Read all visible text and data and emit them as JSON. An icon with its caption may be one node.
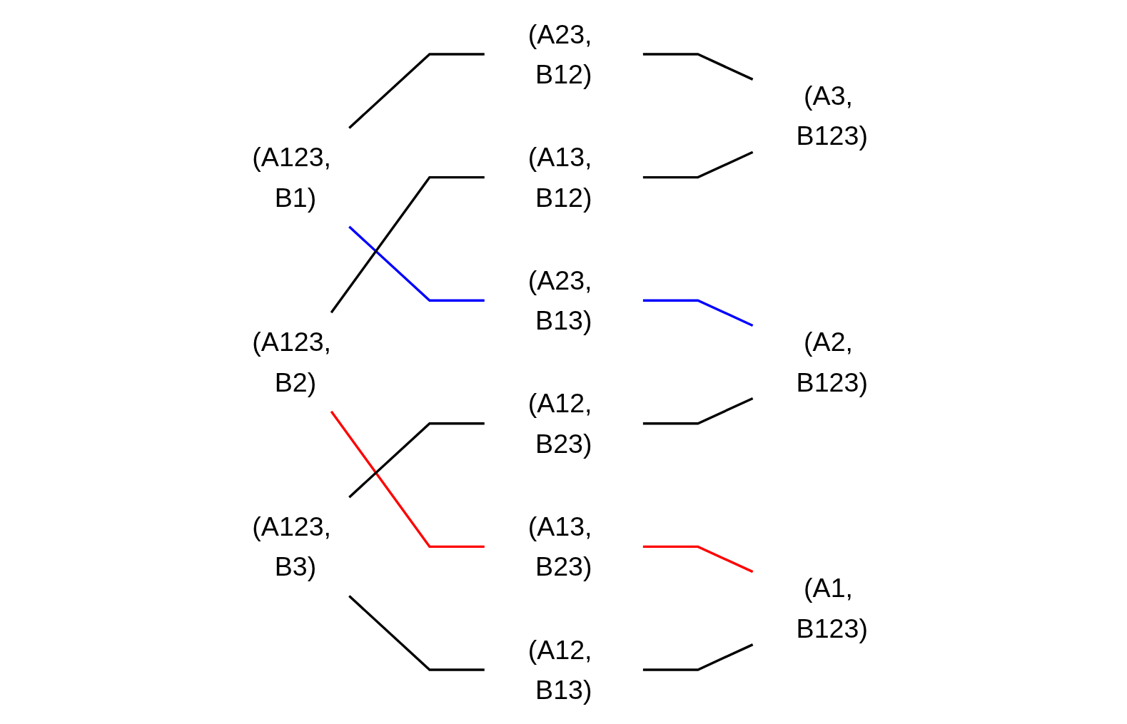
{
  "diagram": {
    "nodes": [
      {
        "text": [
          "(A123, B1)"
        ]
      },
      {
        "text": [
          "(A123, B2)"
        ]
      },
      {
        "text": [
          "(A123, B3)"
        ]
      },
      {
        "text": [
          "(A23, B12)"
        ]
      },
      {
        "text": [
          "(A23, B13)"
        ]
      },
      {
        "text": [
          "(A13, B12)"
        ]
      },
      {
        "text": [
          "(A13, B23)"
        ]
      },
      {
        "text": [
          "(A12, B13)"
        ]
      },
      {
        "text": [
          "(A12, B23)"
        ]
      },
      {
        "text": [
          "(A3, B123)"
        ]
      },
      {
        "text": [
          "(A2, B123)"
        ]
      },
      {
        "text": [
          "(A1, B123)"
        ]
      }
    ],
    "edges": [
      {
        "from": 0,
        "to": 3,
        "arrow": "none"
      },
      {
        "from": 0,
        "to": 4,
        "arrow": "none",
        "color": "#0000ff"
      },
      {
        "from": 1,
        "to": 5,
        "arrow": "none"
      },
      {
        "from": 1,
        "to": 6,
        "arrow": "none",
        "color": "#ff0000"
      },
      {
        "from": 2,
        "to": 7,
        "arrow": "none"
      },
      {
        "from": 2,
        "to": 8,
        "arrow": "none"
      },
      {
        "from": 3,
        "to": 9,
        "arrow": "none"
      },
      {
        "from": 4,
        "to": 10,
        "arrow": "none",
        "color": "#0000ff"
      },
      {
        "from": 5,
        "to": 9,
        "arrow": "none"
      },
      {
        "from": 6,
        "to": 11,
        "arrow": "none",
        "color": "#ff0000"
      },
      {
        "from": 7,
        "to": 11,
        "arrow": "none"
      },
      {
        "from": 8,
        "to": 10,
        "arrow": "none"
      }
    ]
  }
}
